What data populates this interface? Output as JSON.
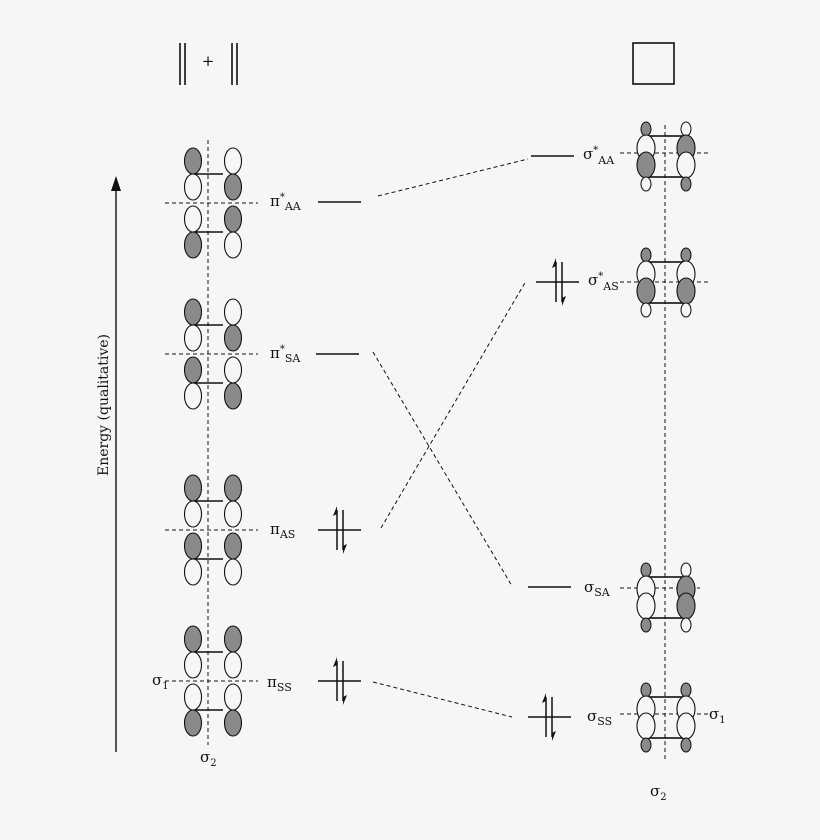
{
  "colors": {
    "background": "#f6f6f6",
    "ink": "#111111",
    "lobe_fill": "#8a8a8a"
  },
  "headers": {
    "left_plus": "+",
    "right_shape": "cyclobutane (square)"
  },
  "axis": {
    "label": "Energy (qualitative)"
  },
  "left_levels": [
    {
      "base": "π",
      "sup": "*",
      "sub": "AA",
      "electrons": 0
    },
    {
      "base": "π",
      "sup": "*",
      "sub": "SA",
      "electrons": 0
    },
    {
      "base": "π",
      "sup": "",
      "sub": "AS",
      "electrons": 2
    },
    {
      "base": "π",
      "sup": "",
      "sub": "SS",
      "electrons": 2
    }
  ],
  "right_levels": [
    {
      "base": "σ",
      "sup": "*",
      "sub": "AA",
      "electrons": 0
    },
    {
      "base": "σ",
      "sup": "*",
      "sub": "AS",
      "electrons": 2
    },
    {
      "base": "σ",
      "sup": "",
      "sub": "SA",
      "electrons": 0
    },
    {
      "base": "σ",
      "sup": "",
      "sub": "SS",
      "electrons": 2
    }
  ],
  "symmetry": {
    "left_plane1": {
      "base": "σ",
      "sub": "1"
    },
    "left_plane2": {
      "base": "σ",
      "sub": "2"
    },
    "right_plane1": {
      "base": "σ",
      "sub": "1"
    },
    "right_plane2": {
      "base": "σ",
      "sub": "2"
    }
  },
  "correlations": [
    {
      "from": "π*AA",
      "to": "σ*AA"
    },
    {
      "from": "π*SA",
      "to": "σSA"
    },
    {
      "from": "πAS",
      "to": "σ*AS"
    },
    {
      "from": "πSS",
      "to": "σSS"
    }
  ]
}
